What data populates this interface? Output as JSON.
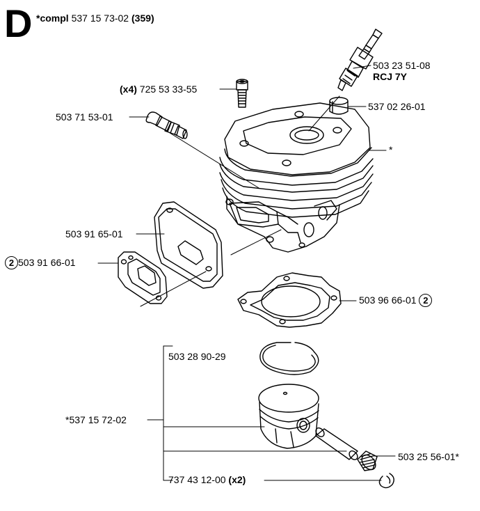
{
  "header": {
    "letter": "D",
    "compl_prefix": "*compl",
    "compl_number": "537 15 73-02",
    "compl_code": "(359)"
  },
  "parts": {
    "spark_plug": {
      "number": "503 23 51-08",
      "type": "RCJ 7Y"
    },
    "screw": {
      "qty": "(x4)",
      "number": "725 53 33-55"
    },
    "decomp_valve": {
      "number": "503 71 53-01"
    },
    "plug_cap": {
      "number": "537 02 26-01"
    },
    "cylinder": {
      "number": "*"
    },
    "intake_plate": {
      "number": "503 91 65-01"
    },
    "intake_gasket": {
      "circle": "2",
      "number": "503 91 66-01"
    },
    "base_gasket": {
      "number": "503 96 66-01",
      "circle": "2"
    },
    "piston_ring": {
      "number": "503 28 90-29"
    },
    "piston_kit": {
      "number": "*537 15 72-02"
    },
    "needle_bearing": {
      "number": "503 25 56-01*"
    },
    "circlip": {
      "number": "737 43 12-00",
      "qty": "(x2)"
    }
  }
}
